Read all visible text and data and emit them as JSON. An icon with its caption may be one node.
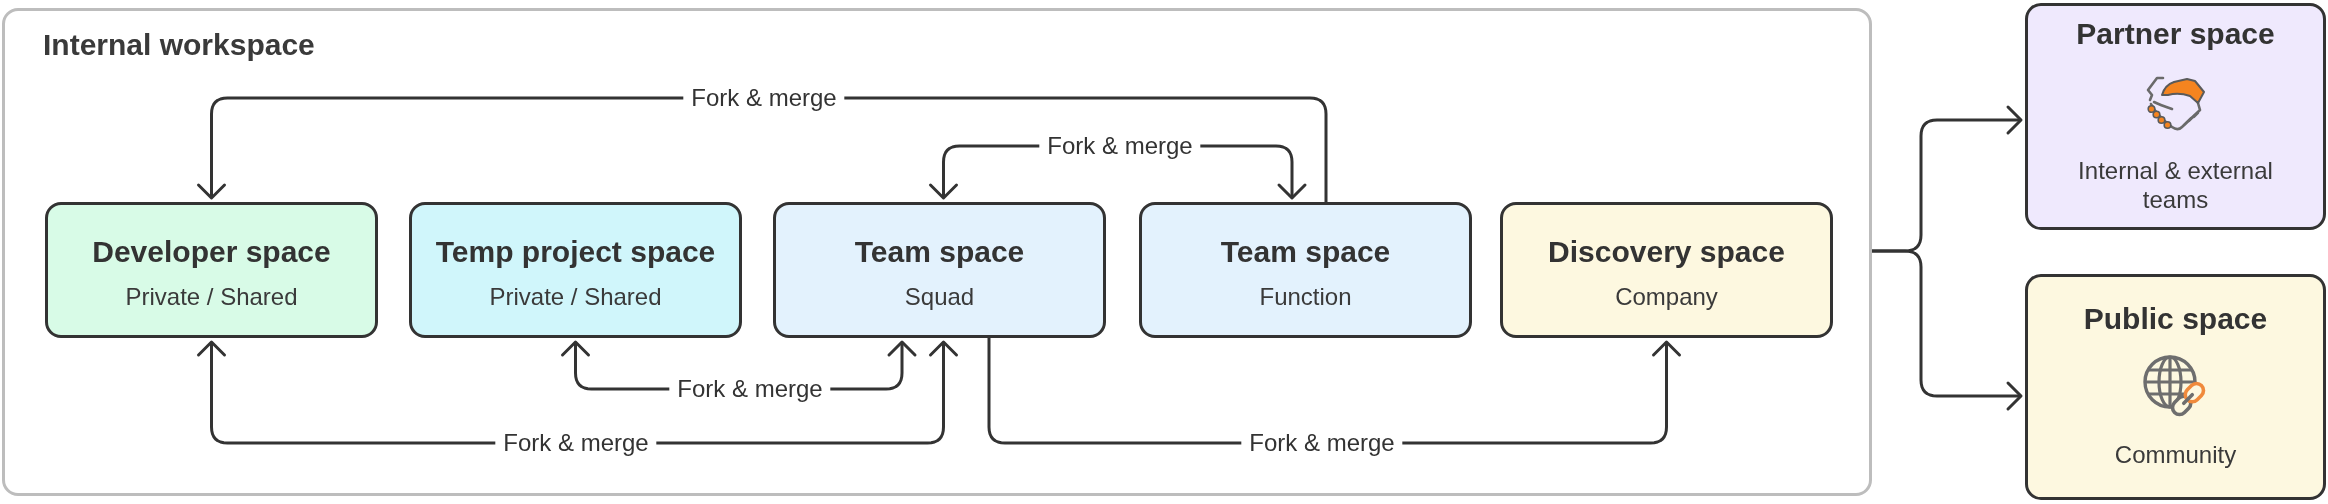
{
  "diagram": {
    "nodes": [
      {
        "text": [
          "Internal workspace"
        ]
      },
      {
        "text": [
          "Developer space",
          "Private / Shared"
        ],
        "in": 0
      },
      {
        "text": [
          "Temp project space",
          "Private / Shared"
        ],
        "in": 0
      },
      {
        "text": [
          "Team space",
          "Squad"
        ],
        "in": 0
      },
      {
        "text": [
          "Team space",
          "Function"
        ],
        "in": 0
      },
      {
        "text": [
          "Discovery space",
          "Company"
        ],
        "in": 0
      },
      {
        "text": [
          "Partner space",
          "Internal & external teams"
        ]
      },
      {
        "text": [
          "Public space",
          "Community"
        ]
      }
    ],
    "edges": [
      {
        "from": 4,
        "to": 1,
        "arrow": "to",
        "label": "Fork & merge"
      },
      {
        "from": 3,
        "to": 4,
        "arrow": "both",
        "label": "Fork & merge"
      },
      {
        "from": 2,
        "to": 3,
        "arrow": "both",
        "label": "Fork & merge"
      },
      {
        "from": 1,
        "to": 3,
        "arrow": "both",
        "label": "Fork & merge"
      },
      {
        "from": 3,
        "to": 5,
        "arrow": "to",
        "label": "Fork & merge"
      },
      {
        "from": 0,
        "to": 6,
        "arrow": "to"
      },
      {
        "from": 0,
        "to": 7,
        "arrow": "to"
      }
    ]
  }
}
